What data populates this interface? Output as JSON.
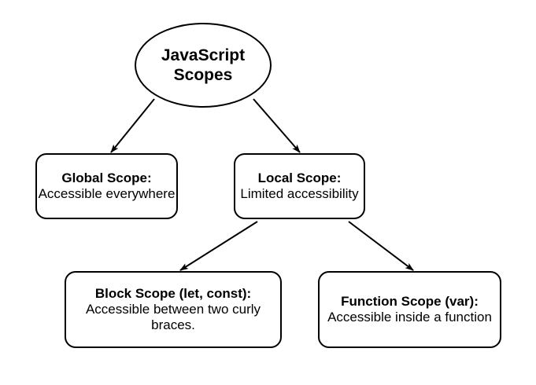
{
  "diagram": {
    "type": "flowchart",
    "orientation": "top-down",
    "background_color": "#ffffff",
    "stroke_color": "#000000",
    "nodes": [
      {
        "id": "root",
        "shape": "ellipse",
        "title": "JavaScript Scopes",
        "desc": ""
      },
      {
        "id": "global",
        "shape": "rounded-rect",
        "title": "Global Scope:",
        "desc": "Accessible everywhere"
      },
      {
        "id": "local",
        "shape": "rounded-rect",
        "title": "Local Scope:",
        "desc": "Limited accessibility"
      },
      {
        "id": "block",
        "shape": "rounded-rect",
        "title": "Block Scope (let, const):",
        "desc": "Accessible between two curly braces."
      },
      {
        "id": "function",
        "shape": "rounded-rect",
        "title": "Function Scope (var):",
        "desc": "Accessible inside a function"
      }
    ],
    "edges": [
      {
        "id": "root-global",
        "from": "root",
        "to": "global",
        "arrowhead": "filled-triangle"
      },
      {
        "id": "root-local",
        "from": "root",
        "to": "local",
        "arrowhead": "filled-triangle"
      },
      {
        "id": "local-block",
        "from": "local",
        "to": "block",
        "arrowhead": "filled-triangle"
      },
      {
        "id": "local-function",
        "from": "local",
        "to": "function",
        "arrowhead": "filled-triangle"
      }
    ]
  }
}
